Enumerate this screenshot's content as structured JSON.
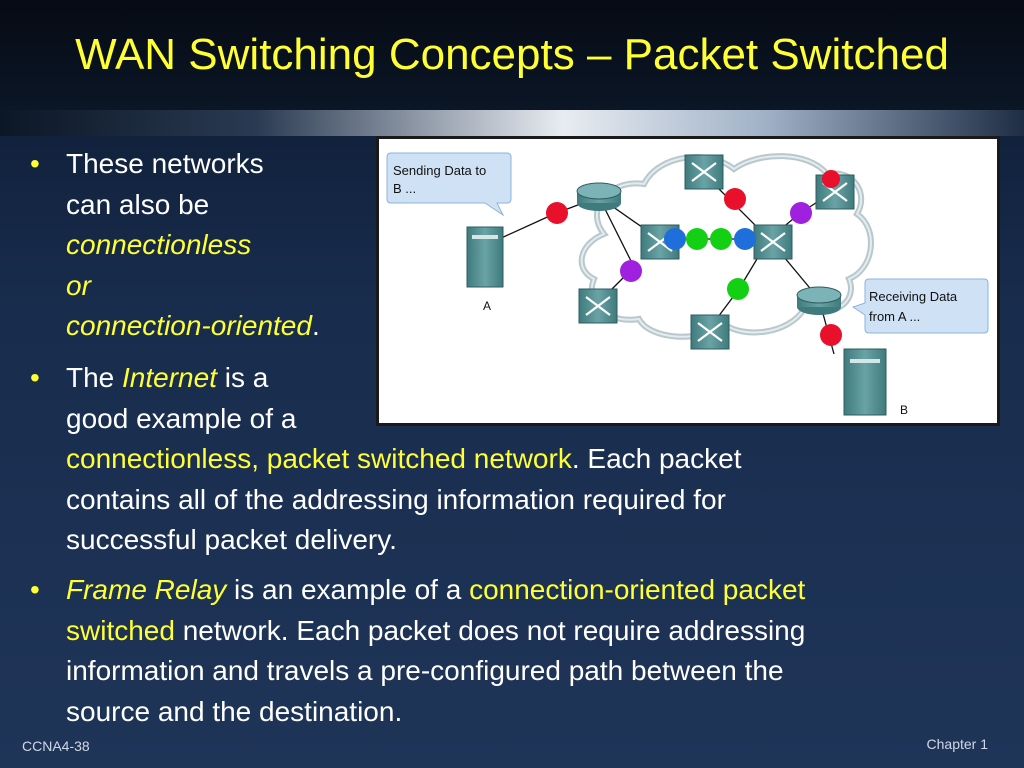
{
  "slide": {
    "title": "WAN Switching Concepts – Packet Switched",
    "footer_left": "CCNA4-38",
    "footer_right": "Chapter 1"
  },
  "bullets": {
    "b1": {
      "line1": "These networks",
      "line2": " can also be",
      "line3": "connectionless",
      "line4": "or",
      "line5": "connection-oriented",
      "line5_end": "."
    },
    "b2": {
      "l1_a": "The ",
      "l1_b": "Internet",
      "l1_c": " is a",
      "l2": "good example of a",
      "l3_a": "connectionless, packet switched network",
      "l3_b": ".  Each packet",
      "l4": "contains all of the addressing information required for",
      "l5": "successful packet delivery."
    },
    "b3": {
      "l1_a": "Frame Relay",
      "l1_b": " is an example of a ",
      "l1_c": "connection-oriented packet",
      "l2_a": "switched",
      "l2_b": " network.  Each packet does not require addressing",
      "l3": "information and travels a pre-configured path between the",
      "l4": "source and the destination."
    }
  },
  "figure": {
    "callout_send_1": "Sending Data to",
    "callout_send_2": "B ...",
    "callout_recv_1": "Receiving Data",
    "callout_recv_2": "from A ...",
    "label_a": "A",
    "label_b": "B",
    "colors": {
      "cloud_stroke": "#b9c8cc",
      "device": "#4f8a8d",
      "callout": "#cfe1f5",
      "packet_red": "#e8102a",
      "packet_purple": "#a020e0",
      "packet_green": "#14d014",
      "packet_blue": "#1e6fdc"
    }
  }
}
